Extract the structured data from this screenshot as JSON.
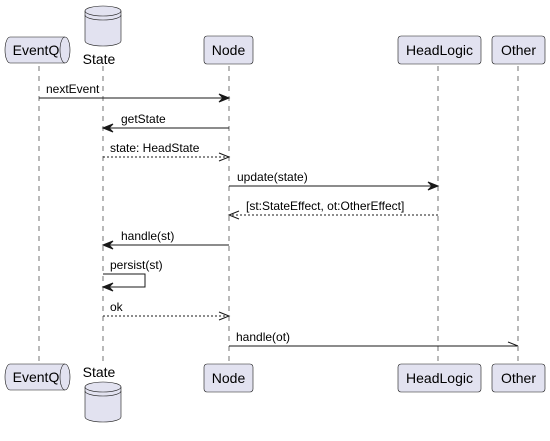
{
  "participants": [
    {
      "id": "eventq",
      "label": "EventQ",
      "kind": "queue"
    },
    {
      "id": "state",
      "label": "State",
      "kind": "database"
    },
    {
      "id": "node",
      "label": "Node",
      "kind": "participant"
    },
    {
      "id": "headlogic",
      "label": "HeadLogic",
      "kind": "participant"
    },
    {
      "id": "other",
      "label": "Other",
      "kind": "participant"
    }
  ],
  "messages": [
    {
      "from": "eventq",
      "to": "node",
      "label": "nextEvent",
      "style": "solid"
    },
    {
      "from": "node",
      "to": "state",
      "label": "getState",
      "style": "solid"
    },
    {
      "from": "state",
      "to": "node",
      "label": "state: HeadState",
      "style": "dashed"
    },
    {
      "from": "node",
      "to": "headlogic",
      "label": "update(state)",
      "style": "solid"
    },
    {
      "from": "headlogic",
      "to": "node",
      "label": "[st:StateEffect, ot:OtherEffect]",
      "style": "dashed"
    },
    {
      "from": "node",
      "to": "state",
      "label": "handle(st)",
      "style": "solid"
    },
    {
      "from": "state",
      "to": "state",
      "label": "persist(st)",
      "style": "self"
    },
    {
      "from": "state",
      "to": "node",
      "label": "ok",
      "style": "dashed"
    },
    {
      "from": "node",
      "to": "other",
      "label": "handle(ot)",
      "style": "async"
    }
  ]
}
